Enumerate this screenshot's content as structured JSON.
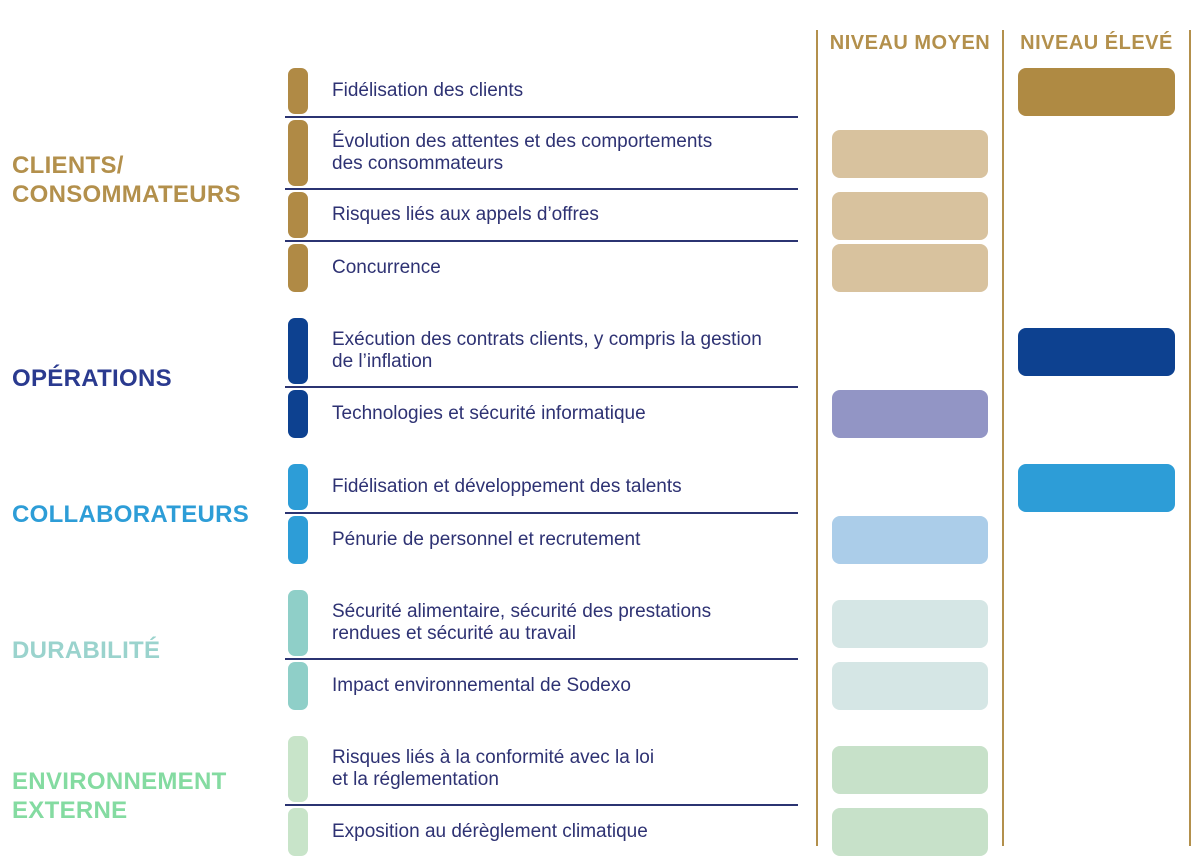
{
  "header": {
    "col_moyen": "NIVEAU MOYEN",
    "col_eleve": "NIVEAU ÉLEVÉ"
  },
  "colors": {
    "divider_gold": "#B3904C",
    "header_gold": "#B3904C",
    "separator_navy": "#2B3472",
    "item_text_navy": "#2E3273"
  },
  "sections": [
    {
      "id": "clients-consommateurs",
      "label": "CLIENTS/\nCONSOMMATEURS",
      "label_color": "#B3904C",
      "tick_color": "#B08A45",
      "rows": [
        {
          "text": "Fidélisation des clients",
          "level": "eleve",
          "pill_color": "#AF8A43"
        },
        {
          "text": "Évolution des attentes et des comportements\ndes consommateurs",
          "level": "moyen",
          "pill_color": "#D8C29E"
        },
        {
          "text": "Risques liés aux appels d’offres",
          "level": "moyen",
          "pill_color": "#D8C29E"
        },
        {
          "text": "Concurrence",
          "level": "moyen",
          "pill_color": "#D8C29E"
        }
      ]
    },
    {
      "id": "operations",
      "label": "OPÉRATIONS",
      "label_color": "#2A3A8F",
      "tick_color": "#0D4190",
      "rows": [
        {
          "text": "Exécution des contrats clients, y compris la gestion\nde l’inflation",
          "level": "eleve",
          "pill_color": "#0D4190"
        },
        {
          "text": "Technologies et sécurité informatique",
          "level": "moyen",
          "pill_color": "#9295C5"
        }
      ]
    },
    {
      "id": "collaborateurs",
      "label": "COLLABORATEURS",
      "label_color": "#2D9DD7",
      "tick_color": "#2D9DD7",
      "rows": [
        {
          "text": "Fidélisation et développement des talents",
          "level": "eleve",
          "pill_color": "#2D9DD7"
        },
        {
          "text": "Pénurie de personnel et recrutement",
          "level": "moyen",
          "pill_color": "#ABCDE9"
        }
      ]
    },
    {
      "id": "durabilite",
      "label": "DURABILITÉ",
      "label_color": "#9AD3CD",
      "tick_color": "#8FCFC8",
      "rows": [
        {
          "text": "Sécurité alimentaire, sécurité des prestations\nrendues et sécurité au travail",
          "level": "moyen",
          "pill_color": "#D5E6E5"
        },
        {
          "text": "Impact environnemental de Sodexo",
          "level": "moyen",
          "pill_color": "#D5E6E5"
        }
      ]
    },
    {
      "id": "environnement-externe",
      "label": "ENVIRONNEMENT\nEXTERNE",
      "label_color": "#84DBA1",
      "tick_color": "#C8E4C9",
      "rows": [
        {
          "text": "Risques liés à la conformité avec la loi\net la réglementation",
          "level": "moyen",
          "pill_color": "#C7E1C9"
        },
        {
          "text": "Exposition au dérèglement climatique",
          "level": "moyen",
          "pill_color": "#C7E1C9"
        }
      ]
    }
  ]
}
